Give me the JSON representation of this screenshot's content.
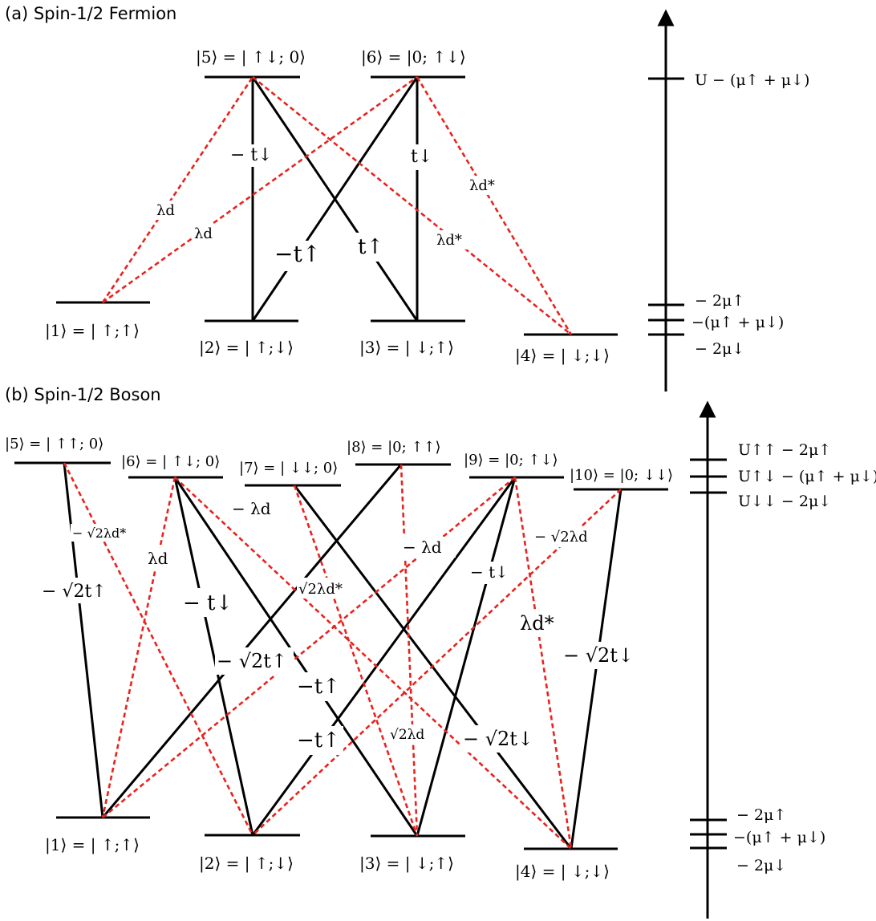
{
  "fermion": {
    "title": "(a) Spin-1/2 Fermion",
    "states": {
      "s1": "|1⟩ = | ↑;↑⟩",
      "s2": "|2⟩ = | ↑;↓⟩",
      "s3": "|3⟩ = | ↓;↑⟩",
      "s4": "|4⟩ = | ↓;↓⟩",
      "s5": "|5⟩ = | ↑↓; 0⟩",
      "s6": "|6⟩ = |0; ↑↓⟩"
    },
    "couplings": {
      "minus_t_down": "− t↓",
      "t_down": "t↓",
      "minus_t_up": "−t↑",
      "t_up": "t↑",
      "lambda_d_a": "λd",
      "lambda_d_b": "λd",
      "lambda_dstar_a": "λd*",
      "lambda_dstar_b": "λd*"
    },
    "energy_axis": {
      "high": "U − (μ↑ + μ↓)",
      "low1": "− 2μ↑",
      "low2": "−(μ↑ + μ↓)",
      "low3": "− 2μ↓"
    }
  },
  "boson": {
    "title": "(b) Spin-1/2 Boson",
    "states": {
      "s1": "|1⟩ = | ↑;↑⟩",
      "s2": "|2⟩ = | ↑;↓⟩",
      "s3": "|3⟩ = | ↓;↑⟩",
      "s4": "|4⟩ = | ↓;↓⟩",
      "s5": "|5⟩ = | ↑↑; 0⟩",
      "s6": "|6⟩ = | ↑↓; 0⟩",
      "s7": "|7⟩ = | ↓↓; 0⟩",
      "s8": "|8⟩ = |0; ↑↑⟩",
      "s9": "|9⟩ = |0; ↑↓⟩",
      "s10": "|10⟩ = |0; ↓↓⟩"
    },
    "couplings": {
      "sqrt2_t_up_left": "− √2t↑",
      "sqrt2_lambda_dstar": "− √2λd*",
      "lambda_d": "λd",
      "minus_t_down": "− t↓",
      "minus_lambda_d": "− λd",
      "sqrt2_t_up_mid": "− √2t↑",
      "minus_t_up_a": "−t↑",
      "minus_t_up_b": "−t↑",
      "sqrt2_lambda_dstar_mid": "√2λd*",
      "minus_lambda_d_mid": "− λd",
      "sqrt2_lambda_d_low": "√2λd",
      "minus_t_down_small": "− t↓",
      "sqrt2_t_down_mid": "− √2t↓",
      "lambda_dstar": "λd*",
      "minus_sqrt2_lambda_d_right": "− √2λd",
      "sqrt2_t_down_right": "− √2t↓"
    },
    "energy_axis": {
      "high1": "U↑↑ − 2μ↑",
      "high2": "U↑↓ − (μ↑ + μ↓)",
      "high3": "U↓↓ − 2μ↓",
      "low1": "− 2μ↑",
      "low2": "−(μ↑ + μ↓)",
      "low3": "− 2μ↓"
    }
  },
  "colors": {
    "coupling_line": "#000000",
    "pairing_line": "#e8231f"
  }
}
